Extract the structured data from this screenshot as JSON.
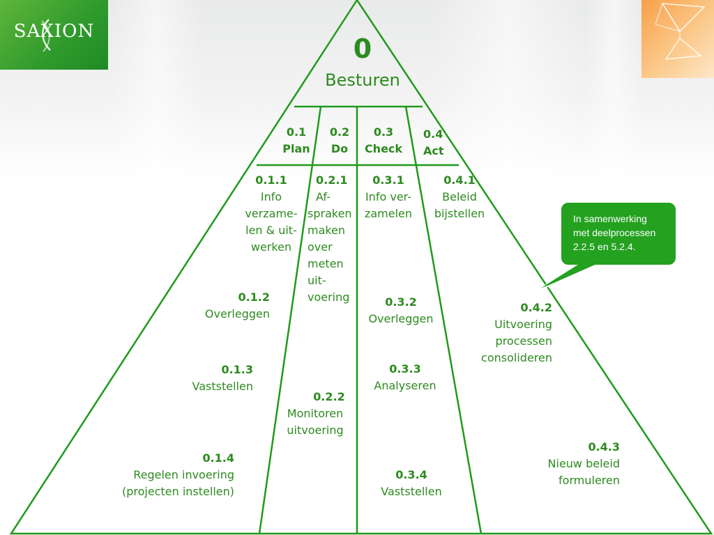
{
  "logo": {
    "text": "SAXION"
  },
  "top": {
    "number": "0",
    "title": "Besturen"
  },
  "phases": [
    {
      "num": "0.1",
      "name": "Plan"
    },
    {
      "num": "0.2",
      "name": "Do"
    },
    {
      "num": "0.3",
      "name": "Check"
    },
    {
      "num": "0.4",
      "name": "Act"
    }
  ],
  "steps": {
    "s011": {
      "num": "0.1.1",
      "lines": [
        "Info",
        "verzame-",
        "len & uit-",
        "werken"
      ]
    },
    "s012": {
      "num": "0.1.2",
      "lines": [
        "Overleggen"
      ]
    },
    "s013": {
      "num": "0.1.3",
      "lines": [
        "Vaststellen"
      ]
    },
    "s014": {
      "num": "0.1.4",
      "lines": [
        "Regelen invoering",
        "(projecten instellen)"
      ]
    },
    "s021": {
      "num": "0.2.1",
      "lines": [
        "Af-",
        "spraken",
        "maken",
        "over",
        "meten",
        "uit-",
        "voering"
      ]
    },
    "s022": {
      "num": "0.2.2",
      "lines": [
        "Monitoren",
        "uitvoering"
      ]
    },
    "s031": {
      "num": "0.3.1",
      "lines": [
        "Info ver-",
        "zamelen"
      ]
    },
    "s032": {
      "num": "0.3.2",
      "lines": [
        "Overleggen"
      ]
    },
    "s033": {
      "num": "0.3.3",
      "lines": [
        "Analyseren"
      ]
    },
    "s034": {
      "num": "0.3.4",
      "lines": [
        "Vaststellen"
      ]
    },
    "s041": {
      "num": "0.4.1",
      "lines": [
        "Beleid",
        "bijstellen"
      ]
    },
    "s042": {
      "num": "0.4.2",
      "lines": [
        "Uitvoering",
        "processen",
        "consolideren"
      ]
    },
    "s043": {
      "num": "0.4.3",
      "lines": [
        "Nieuw beleid",
        "formuleren"
      ]
    }
  },
  "callout": {
    "lines": [
      "In samenwerking",
      "met deelprocessen",
      "2.2.5 en 5.2.4."
    ]
  },
  "colors": {
    "line": "#1f9a1a",
    "text": "#2d8a1f",
    "callout": "#23a11f"
  }
}
